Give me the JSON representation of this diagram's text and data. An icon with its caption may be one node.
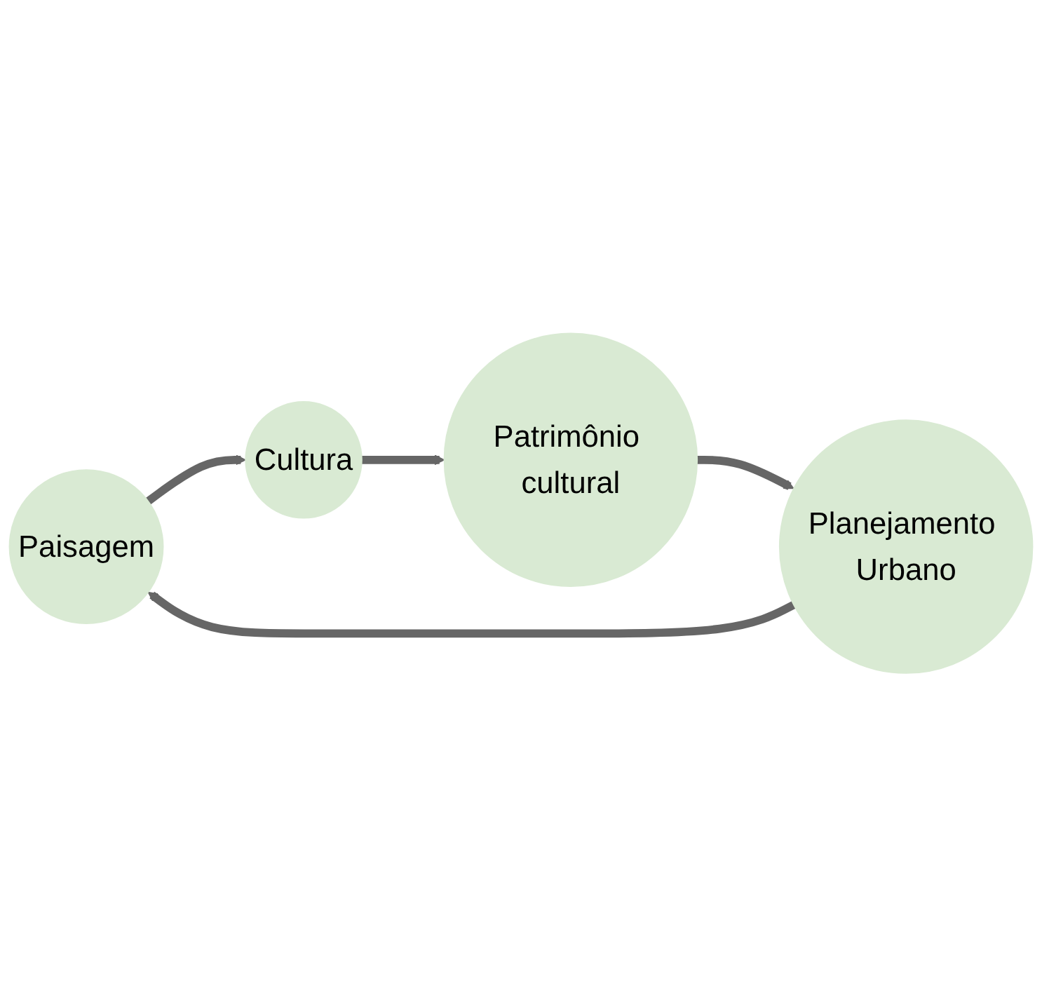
{
  "diagram": {
    "nodes": [
      {
        "text": [
          "Paisagem"
        ]
      },
      {
        "text": [
          "Cultura"
        ]
      },
      {
        "text": [
          "Patrimônio cultural"
        ]
      },
      {
        "text": [
          "Planejamento Urbano"
        ]
      }
    ],
    "edges": [
      {
        "from": 0,
        "to": 1,
        "arrow": "to"
      },
      {
        "from": 1,
        "to": 2,
        "arrow": "to"
      },
      {
        "from": 2,
        "to": 3,
        "arrow": "to"
      },
      {
        "from": 3,
        "to": 0,
        "arrow": "to"
      }
    ]
  }
}
